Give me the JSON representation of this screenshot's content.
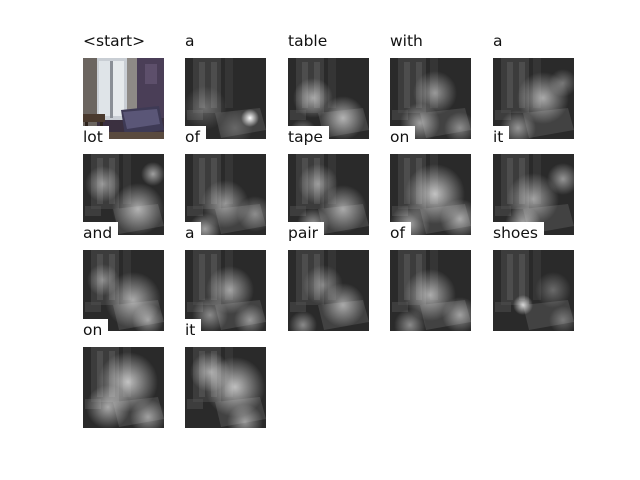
{
  "frames": [
    {
      "word": "<start>",
      "image": "bedroom-photo"
    },
    {
      "word": "a",
      "image": "attention-map",
      "focus": "bright spot lower right"
    },
    {
      "word": "table",
      "image": "attention-map"
    },
    {
      "word": "with",
      "image": "attention-map"
    },
    {
      "word": "a",
      "image": "attention-map"
    },
    {
      "word": "lot",
      "image": "attention-map"
    },
    {
      "word": "of",
      "image": "attention-map"
    },
    {
      "word": "tape",
      "image": "attention-map"
    },
    {
      "word": "on",
      "image": "attention-map"
    },
    {
      "word": "it",
      "image": "attention-map"
    },
    {
      "word": "and",
      "image": "attention-map"
    },
    {
      "word": "a",
      "image": "attention-map"
    },
    {
      "word": "pair",
      "image": "attention-map"
    },
    {
      "word": "of",
      "image": "attention-map"
    },
    {
      "word": "shoes",
      "image": "attention-map"
    },
    {
      "word": "on",
      "image": "attention-map"
    },
    {
      "word": "it",
      "image": "attention-map"
    }
  ]
}
